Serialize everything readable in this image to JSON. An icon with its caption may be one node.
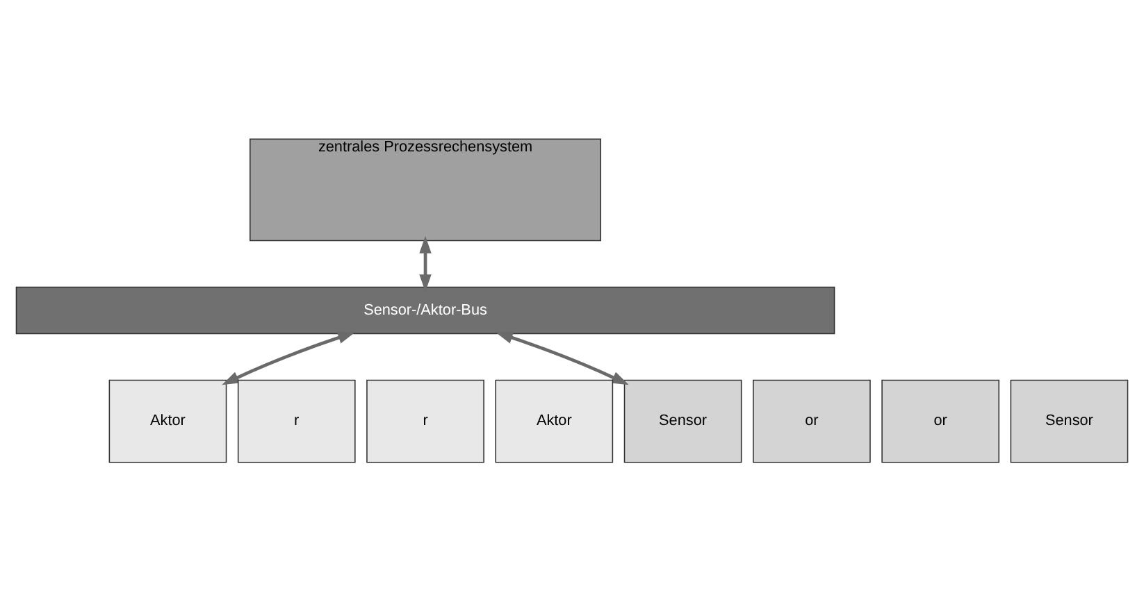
{
  "diagram": {
    "nodes": [
      {
        "text": [
          "zentrales Prozessrechensystem"
        ]
      },
      {
        "text": [
          "Sensor-/Aktor-Bus"
        ]
      },
      {
        "text": [
          "Aktor"
        ]
      },
      {
        "text": [
          "r"
        ]
      },
      {
        "text": [
          "r"
        ]
      },
      {
        "text": [
          "Aktor"
        ]
      },
      {
        "text": [
          "Sensor"
        ]
      },
      {
        "text": [
          "or"
        ]
      },
      {
        "text": [
          "or"
        ]
      },
      {
        "text": [
          "Sensor"
        ]
      }
    ],
    "edges": [
      {
        "from": 0,
        "to": 1,
        "arrow": "both"
      },
      {
        "from": 1,
        "to": 2,
        "arrow": "both"
      },
      {
        "from": 1,
        "to": 6,
        "arrow": "both"
      }
    ]
  }
}
